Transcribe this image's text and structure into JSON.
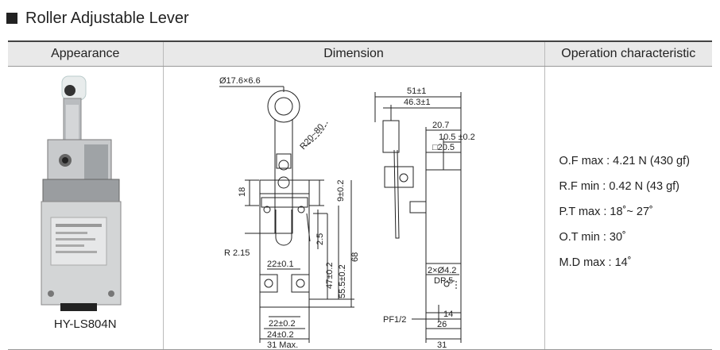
{
  "title": "Roller Adjustable Lever",
  "headers": {
    "appearance": "Appearance",
    "dimension": "Dimension",
    "operation": "Operation characteristic"
  },
  "model": "HY-LS804N",
  "dimensions": {
    "roller": "Ø17.6×6.6",
    "radius_range": "R20~80",
    "d18": "18",
    "d9": "9±0.2",
    "d25": "2.5",
    "r215": "R 2.15",
    "d22a": "22±0.1",
    "d47": "47±0.2",
    "d555": "55.5±0.2",
    "d68": "68",
    "d22b": "22±0.2",
    "d24": "24±0.2",
    "d31max": "31 Max.",
    "d51": "51±1",
    "d463": "46.3±1",
    "d207": "20.7",
    "d105": "10.5 ±0.2",
    "d205": "□20.5",
    "holes": "2×Ø4.2",
    "dp": "DP 5",
    "pf": "PF1/2",
    "d14": "14",
    "d26": "26",
    "d31": "31"
  },
  "operation": [
    "O.F max : 4.21 N (430 gf)",
    "R.F min : 0.42 N (43 gf)",
    "P.T max : 18˚~ 27˚",
    "O.T min : 30˚",
    "M.D max : 14˚"
  ]
}
